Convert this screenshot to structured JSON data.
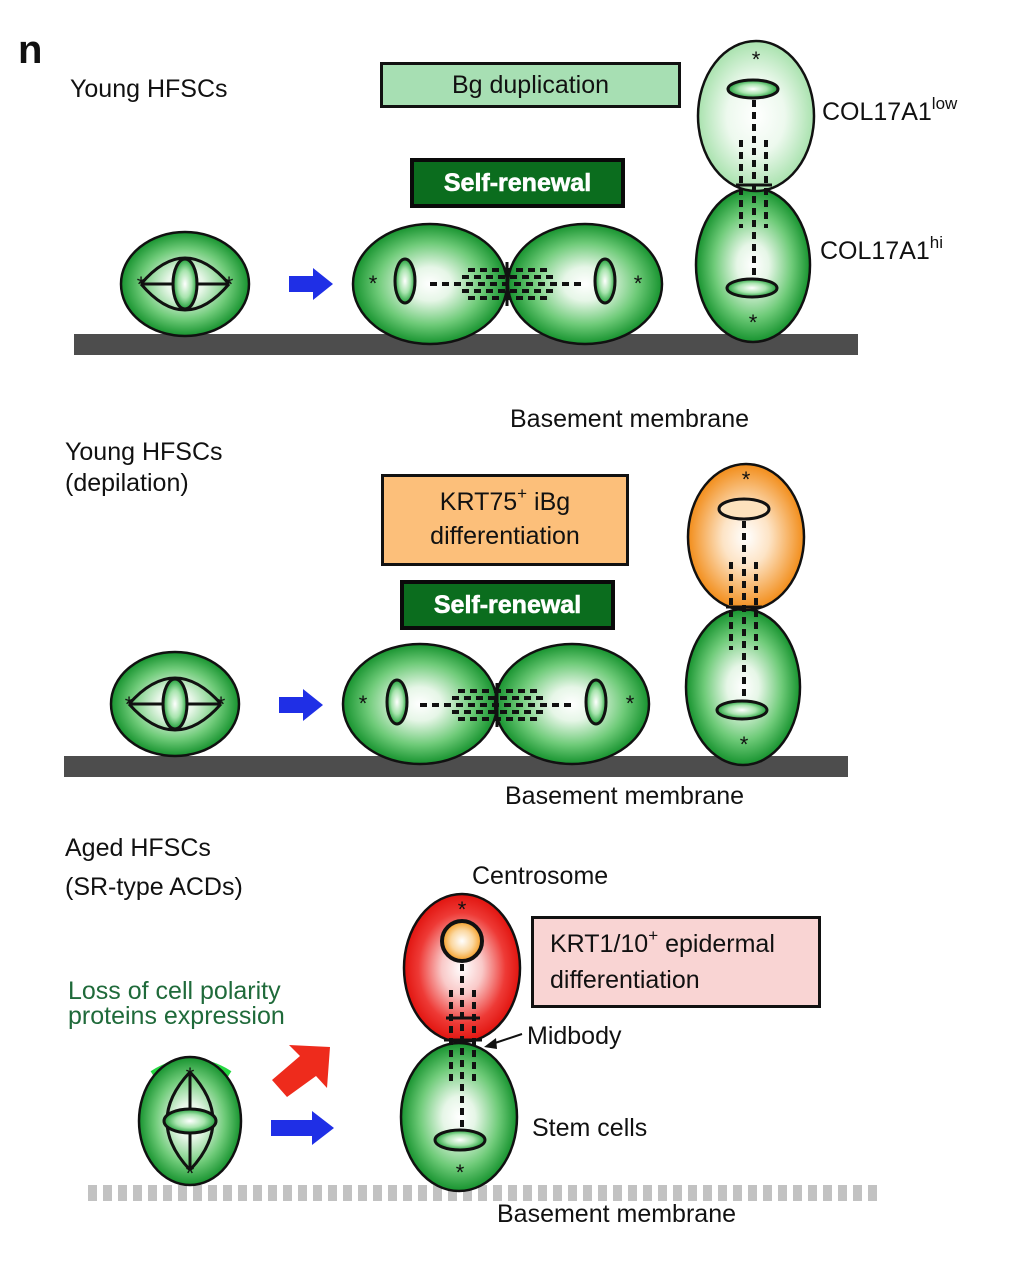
{
  "panel_letter": "n",
  "section1": {
    "title": "Young HFSCs",
    "bg_duplication": "Bg duplication",
    "self_renewal": "Self-renewal",
    "col_low_base": "COL17A1",
    "col_low_sup": "low",
    "col_hi_base": "COL17A1",
    "col_hi_sup": "hi",
    "membrane": "Basement membrane"
  },
  "section2": {
    "title_line1": "Young HFSCs",
    "title_line2": "(depilation)",
    "krt75_base": "KRT75",
    "krt75_sup": "+",
    "krt75_suffix": " iBg",
    "krt75_line2": "differentiation",
    "self_renewal": "Self-renewal",
    "membrane": "Basement membrane"
  },
  "section3": {
    "title_line1": "Aged HFSCs",
    "title_line2": "(SR-type ACDs)",
    "loss_line1": "Loss of cell polarity",
    "loss_line2": "proteins expression",
    "centrosome": "Centrosome",
    "krt1_base": "KRT1/10",
    "krt1_sup": "+",
    "krt1_suffix": " epidermal",
    "krt1_line2": "differentiation",
    "midbody": "Midbody",
    "stem_cells": "Stem cells",
    "membrane": "Basement membrane"
  },
  "colors": {
    "cell_green": "#1f9a36",
    "cell_light_green": "#b5e8b9",
    "cell_orange": "#f2901e",
    "cell_red": "#e8161a",
    "arrow_blue": "#1f2fe6",
    "arrow_red": "#ee2b1c",
    "membrane_gray": "#4d4d4d"
  }
}
